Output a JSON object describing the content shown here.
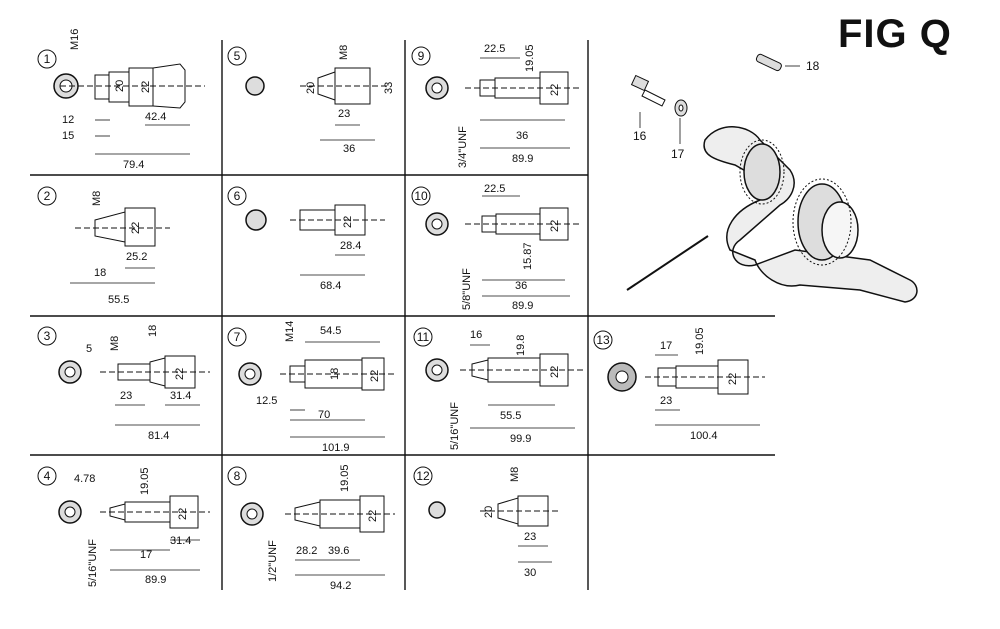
{
  "figure": {
    "title": "FIG Q"
  },
  "panels": [
    {
      "id": "1",
      "labels": {
        "thread": "M16",
        "a": "20",
        "b": "22",
        "c": "12",
        "d": "42.4",
        "e": "15",
        "f": "79.4"
      }
    },
    {
      "id": "2",
      "labels": {
        "thread": "M8",
        "a": "22",
        "b": "25.2",
        "c": "18",
        "d": "55.5"
      }
    },
    {
      "id": "3",
      "labels": {
        "thread": "M8",
        "a": "18",
        "b": "5",
        "c": "22",
        "d": "23",
        "e": "31.4",
        "f": "81.4"
      }
    },
    {
      "id": "4",
      "labels": {
        "a": "4.78",
        "b": "19.05",
        "c": "22",
        "d": "31.4",
        "e": "17",
        "f": "5/16\"UNF",
        "g": "89.9"
      }
    },
    {
      "id": "5",
      "labels": {
        "thread": "M8",
        "a": "20",
        "b": "33",
        "c": "23",
        "d": "36"
      }
    },
    {
      "id": "6",
      "labels": {
        "a": "22",
        "b": "28.4",
        "c": "68.4"
      }
    },
    {
      "id": "7",
      "labels": {
        "thread": "M14",
        "a": "54.5",
        "b": "18",
        "c": "22",
        "d": "12.5",
        "e": "70",
        "f": "101.9"
      }
    },
    {
      "id": "8",
      "labels": {
        "a": "19.05",
        "b": "22",
        "c": "1/2\"UNF",
        "d": "28.2",
        "e": "39.6",
        "f": "94.2"
      }
    },
    {
      "id": "9",
      "labels": {
        "a": "22.5",
        "b": "19.05",
        "c": "22",
        "d": "3/4\"UNF",
        "e": "36",
        "f": "89.9"
      }
    },
    {
      "id": "10",
      "labels": {
        "a": "22.5",
        "b": "22",
        "c": "15.87",
        "d": "5/8\"UNF",
        "e": "36",
        "f": "89.9"
      }
    },
    {
      "id": "11",
      "labels": {
        "a": "16",
        "b": "19.8",
        "c": "22",
        "d": "5/16\"UNF",
        "e": "55.5",
        "f": "99.9"
      }
    },
    {
      "id": "12",
      "labels": {
        "thread": "M8",
        "a": "20",
        "b": "23",
        "c": "30"
      }
    },
    {
      "id": "13",
      "labels": {
        "a": "17",
        "b": "19.05",
        "c": "22",
        "d": "23",
        "e": "100.4"
      }
    }
  ],
  "callouts": {
    "p16": "16",
    "p17": "17",
    "p18": "18"
  }
}
